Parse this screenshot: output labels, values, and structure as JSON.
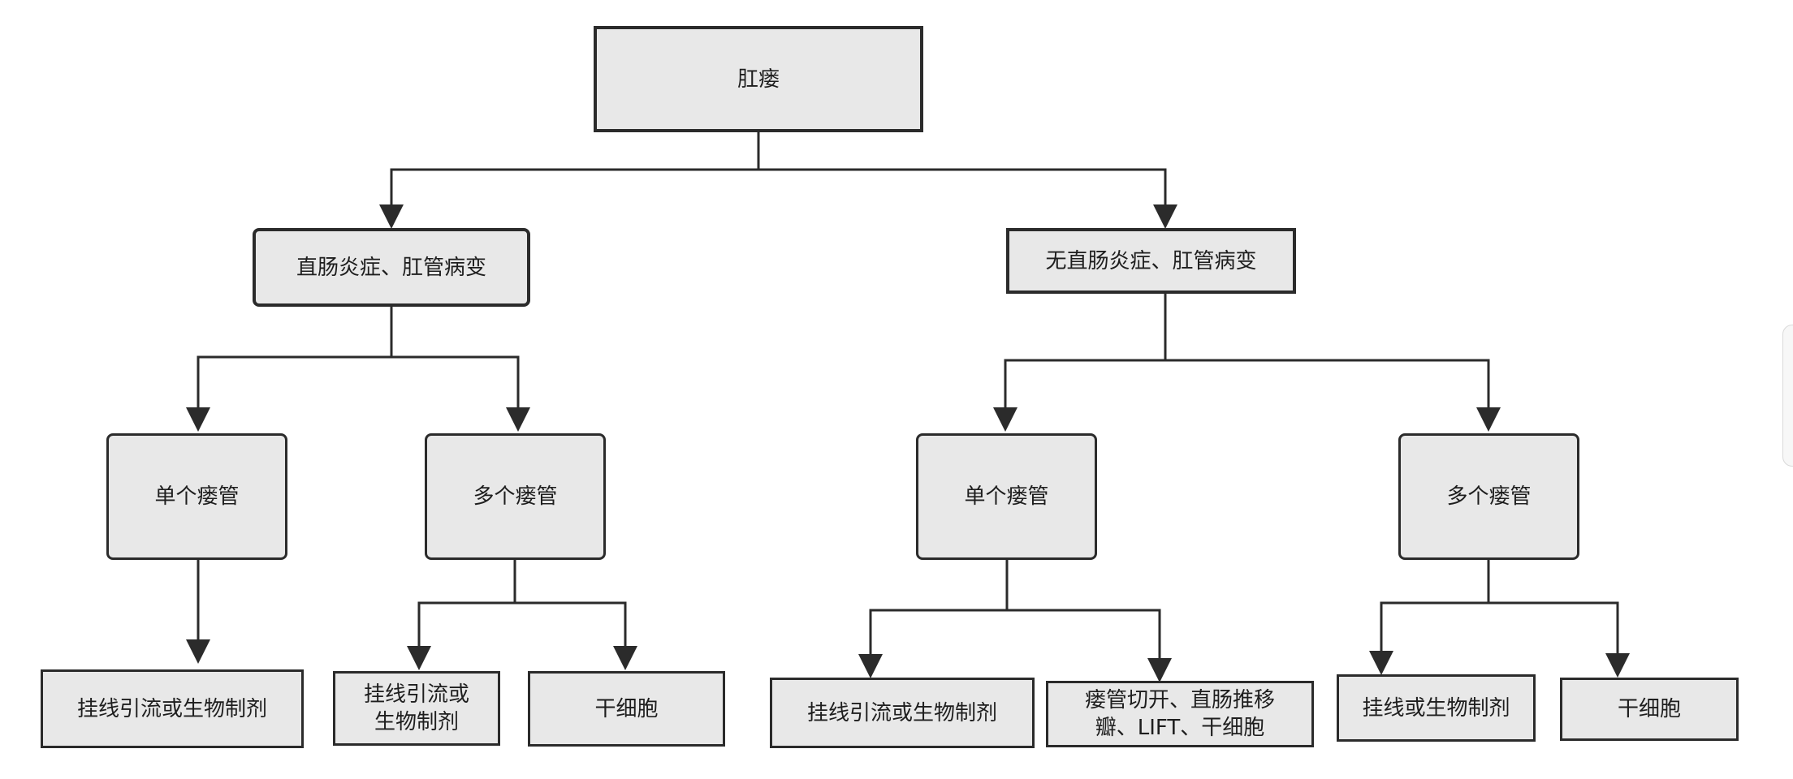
{
  "nodes": {
    "root": "肛瘘",
    "left_branch": "直肠炎症、肛管病变",
    "right_branch": "无直肠炎症、肛管病变",
    "left_single": "单个瘘管",
    "left_multiple": "多个瘘管",
    "right_single": "单个瘘管",
    "right_multiple": "多个瘘管",
    "leaf_ls": "挂线引流或生物制剂",
    "leaf_lm_a": "挂线引流或\n生物制剂",
    "leaf_lm_b": "干细胞",
    "leaf_rs_a": "挂线引流或生物制剂",
    "leaf_rs_b": "瘘管切开、直肠推移\n瓣、LIFT、干细胞",
    "leaf_rm_a": "挂线或生物制剂",
    "leaf_rm_b": "干细胞"
  },
  "colors": {
    "box_fill": "#e8e8e8",
    "stroke": "#2b2b2b",
    "text": "#1e1e1e"
  }
}
